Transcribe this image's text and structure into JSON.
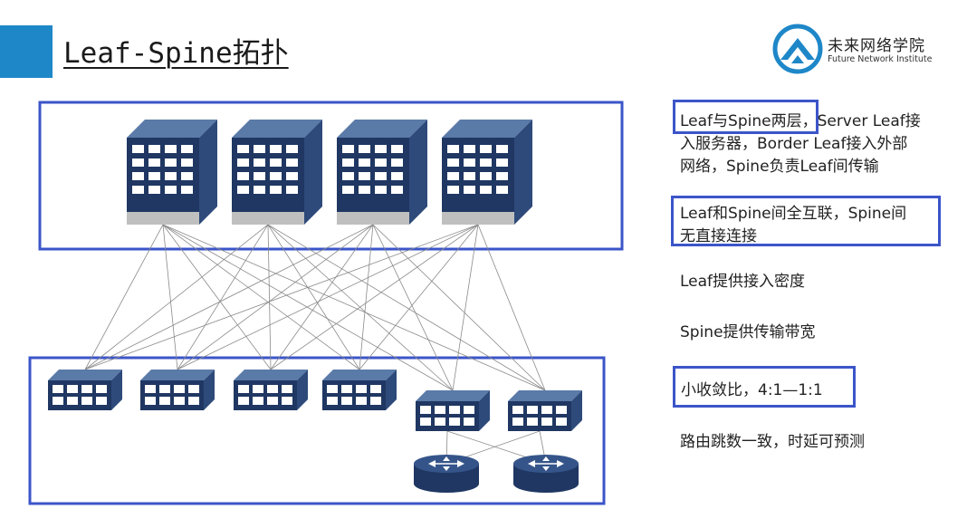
{
  "title": "Leaf-Spine拓扑",
  "logo": {
    "name_cn": "未来网络学院",
    "name_en": "Future Network Institute"
  },
  "colors": {
    "accent": "#1e87c8",
    "highlight_border": "#3b55c9",
    "server_body": "#1f3762",
    "server_side": "#2e4a7a",
    "server_top": "#5a7aa8",
    "server_base": "#bfbfbf",
    "router_body": "#1f3762",
    "link_line": "#8a8a8a"
  },
  "notes": [
    {
      "text_lines": [
        "Leaf与Spine两层，Server Leaf接",
        "入服务器，Border Leaf接入外部",
        "网络，Spine负责Leaf间传输"
      ],
      "highlight_part": "Leaf与Spine两层"
    },
    {
      "text_lines": [
        "Leaf和Spine间全互联，Spine间",
        "无直接连接"
      ],
      "highlight_part": "all"
    },
    {
      "text_lines": [
        "Leaf提供接入密度"
      ]
    },
    {
      "text_lines": [
        "Spine提供传输带宽"
      ]
    },
    {
      "text_lines": [
        "小收敛比，4:1—1:1"
      ],
      "highlight_part": "all"
    },
    {
      "text_lines": [
        "路由跳数一致，时延可预测"
      ]
    }
  ],
  "diagram": {
    "spine_count": 4,
    "leaf_count": 6,
    "router_count": 2,
    "icons": [
      "spine-switch-icon",
      "leaf-switch-icon",
      "router-icon"
    ]
  }
}
